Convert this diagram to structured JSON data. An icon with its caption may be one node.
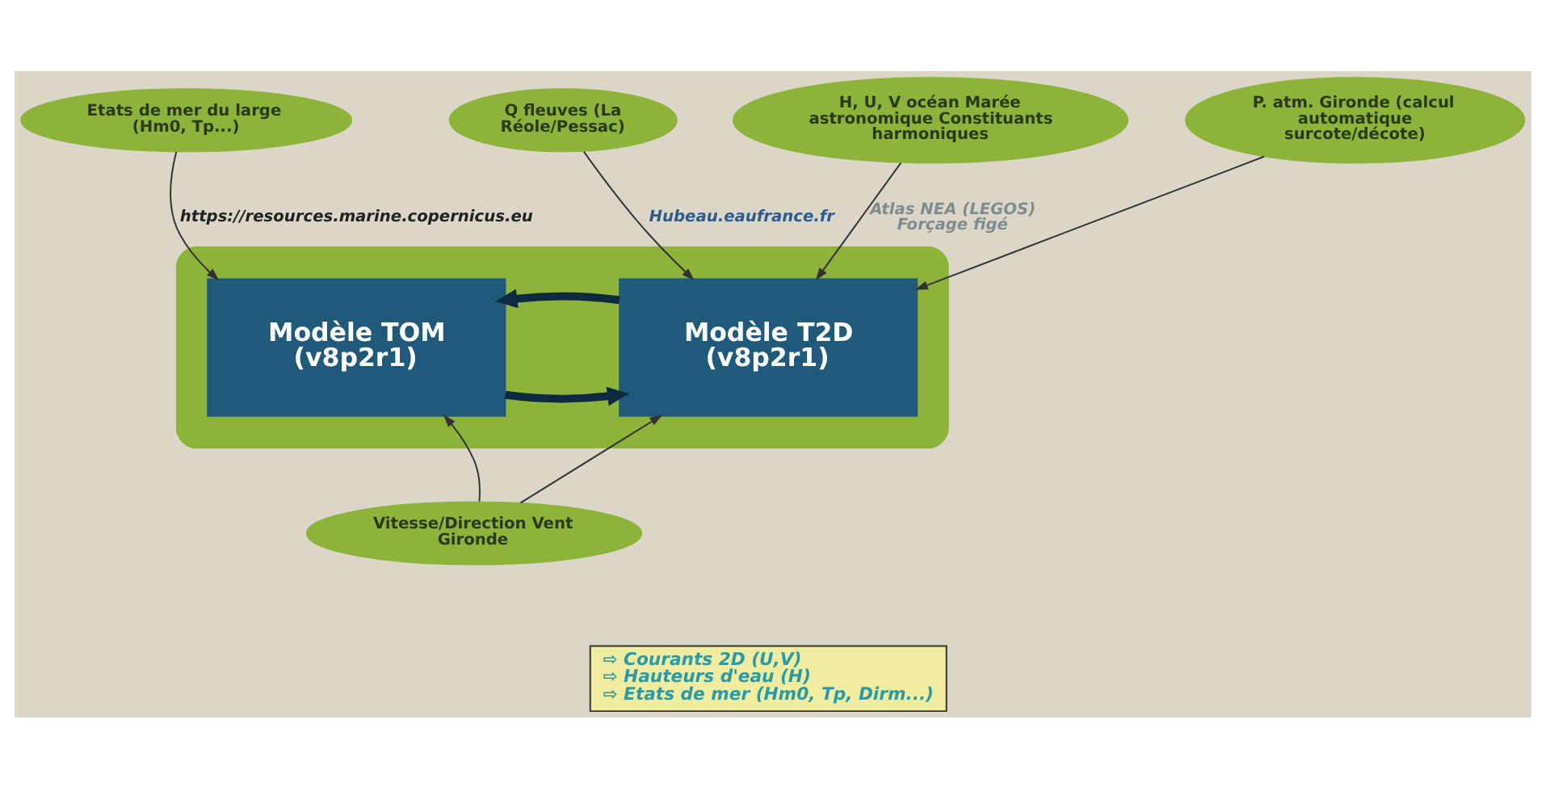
{
  "diagram": {
    "nodes": [
      {
        "text": [
          "Etats de mer du large (Hm0, Tp...)"
        ]
      },
      {
        "text": [
          "Q fleuves (La Réole/Pessac)"
        ]
      },
      {
        "text": [
          "H, U, V océan Marée astronomique Constituants harmoniques"
        ]
      },
      {
        "text": [
          "P. atm. Gironde (calcul automatique surcote/décote)"
        ]
      },
      {
        "text": [],
        "shape": "box"
      },
      {
        "text": [
          "Modèle TOM (v8p2r1)"
        ],
        "in": 4
      },
      {
        "text": [
          "Modèle T2D (v8p2r1)"
        ],
        "in": 4
      },
      {
        "text": [
          "Vitesse/Direction Vent Gironde"
        ]
      },
      {
        "text": [
          "⇨ Courants 2D (U,V)",
          "⇨ Hauteurs d'eau (H)",
          "⇨ Etats de mer (Hm0, Tp, Dirm...)"
        ]
      }
    ],
    "edges": [
      {
        "from": 0,
        "to": 5,
        "arrow": "to",
        "label": "https://resources.marine.copernicus.eu"
      },
      {
        "from": 1,
        "to": 6,
        "arrow": "to",
        "label": "Hubeau.eaufrance.fr"
      },
      {
        "from": 2,
        "to": 6,
        "arrow": "to",
        "label": "Atlas NEA (LEGOS) Forçage figé"
      },
      {
        "from": 3,
        "to": 6,
        "arrow": "to"
      },
      {
        "from": 5,
        "to": 6,
        "arrow": "to",
        "style": "thick",
        "color": "#0d2a40"
      },
      {
        "from": 6,
        "to": 5,
        "arrow": "to",
        "style": "thick",
        "color": "#0d2a40"
      },
      {
        "from": 7,
        "to": 5,
        "arrow": "to"
      },
      {
        "from": 7,
        "to": 6,
        "arrow": "to"
      }
    ]
  }
}
